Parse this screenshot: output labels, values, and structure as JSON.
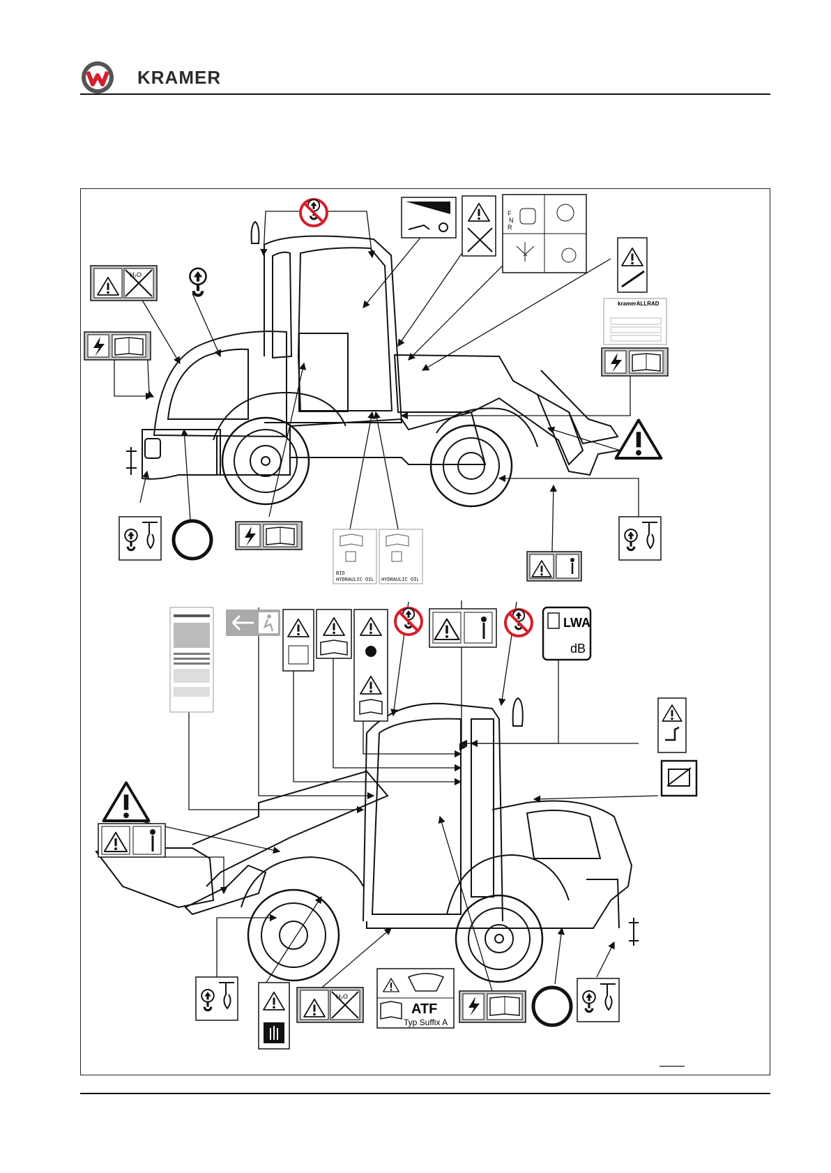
{
  "header": {
    "brand": "KRAMER"
  },
  "labels": {
    "oil_left_line1": "BIO",
    "oil_left_line2": "HYDRAULIC OIL",
    "oil_right_line2": "HYDRAULIC OIL",
    "plate_brand": "kramerALLRAD",
    "h2o": "H₂O",
    "shift_forward": "F",
    "shift_neutral": "N",
    "shift_reverse": "R",
    "lwa": "LWA",
    "db": "dB",
    "atf_title": "ATF",
    "atf_sub": "Typ Suffix A"
  },
  "colors": {
    "prohibition_red": "#d3202a",
    "decal_grey": "#c8c8c8",
    "outline": "#1a1a1a"
  }
}
